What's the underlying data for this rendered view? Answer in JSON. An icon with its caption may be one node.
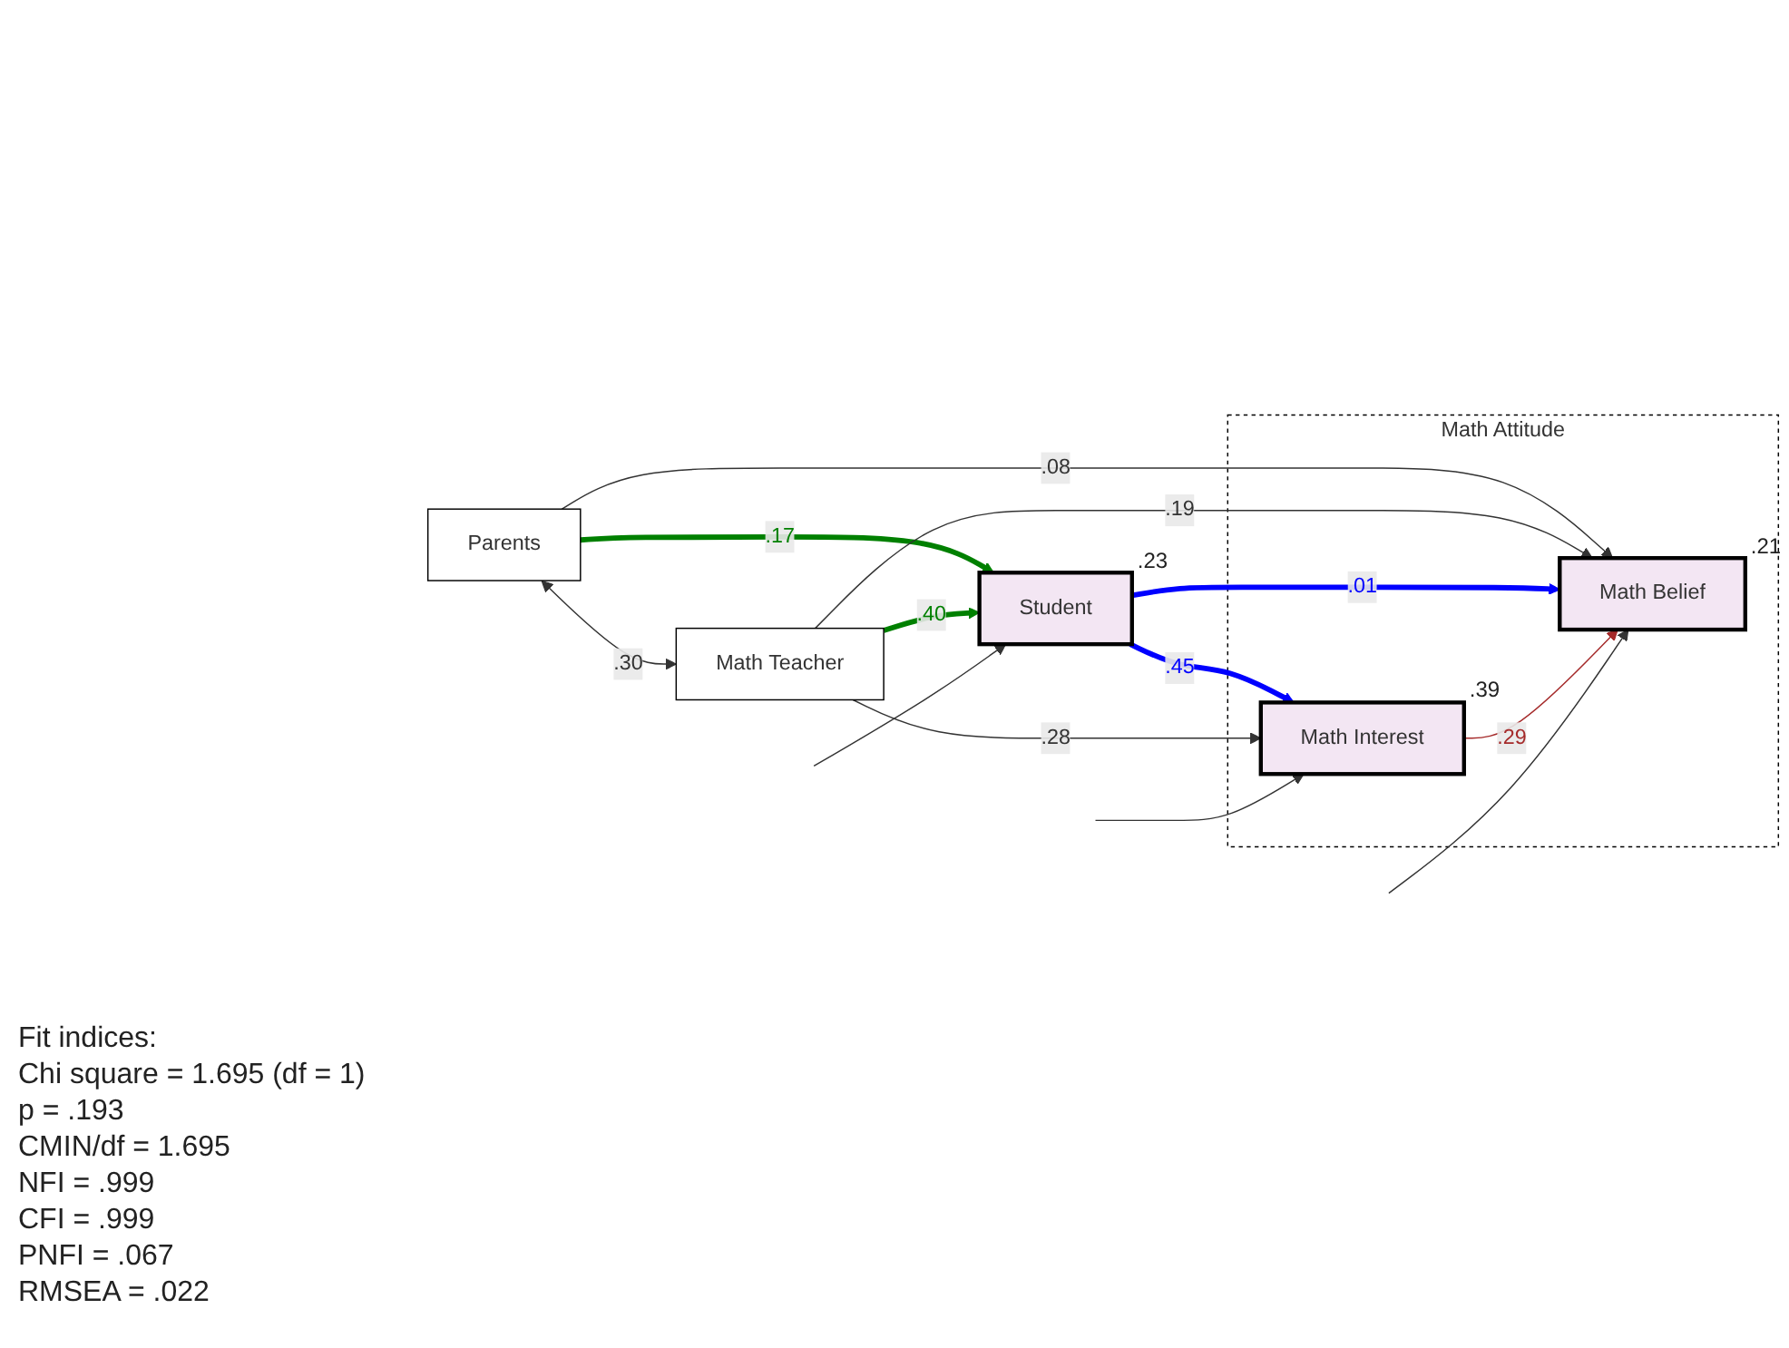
{
  "diagram": {
    "nodes": [
      {
        "text": [
          "Parents"
        ]
      },
      {
        "text": [
          "Math Teacher"
        ]
      },
      {
        "text": [
          "Student"
        ],
        "beside": [
          ".23"
        ]
      },
      {
        "text": [
          "Math Attitude"
        ]
      },
      {
        "text": [
          "Math Belief"
        ],
        "in": 3,
        "beside": [
          ".21"
        ]
      },
      {
        "text": [
          "Math Interest"
        ],
        "in": 3,
        "beside": [
          ".39"
        ]
      }
    ],
    "edges": [
      {
        "from": 0,
        "to": 1,
        "arrow": "both",
        "label": ".30"
      },
      {
        "from": 0,
        "to": 4,
        "arrow": "to",
        "label": ".08"
      },
      {
        "from": 0,
        "to": 2,
        "arrow": "to",
        "label": ".17",
        "style": "thick",
        "color": "#008000"
      },
      {
        "from": 1,
        "to": 4,
        "arrow": "to",
        "label": ".19"
      },
      {
        "from": 1,
        "to": 2,
        "arrow": "to",
        "label": ".40",
        "style": "thick",
        "color": "#008000"
      },
      {
        "from": 2,
        "to": 4,
        "arrow": "to",
        "label": ".01",
        "style": "thick",
        "color": "#0000ff"
      },
      {
        "from": 2,
        "to": 5,
        "arrow": "to",
        "label": ".45",
        "style": "thick",
        "color": "#0000ff"
      },
      {
        "from": 1,
        "to": 5,
        "arrow": "to",
        "label": ".28"
      },
      {
        "from": 5,
        "to": 4,
        "arrow": "to",
        "label": ".29",
        "color": "#a52a2a"
      },
      {
        "from": null,
        "to": 2,
        "arrow": "to"
      },
      {
        "from": null,
        "to": 4,
        "arrow": "to"
      },
      {
        "from": null,
        "to": 5,
        "arrow": "to"
      }
    ],
    "labels": [
      "Fit indices:",
      "Chi square = 1.695 (df = 1)",
      "p = .193",
      "CMIN/df = 1.695",
      "NFI = .999",
      "CFI = .999",
      "PNFI = .067",
      "RMSEA = .022"
    ]
  }
}
